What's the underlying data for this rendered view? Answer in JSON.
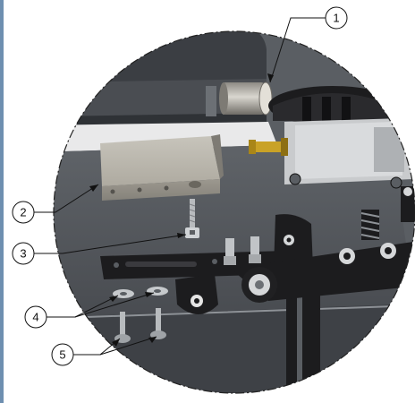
{
  "callouts": [
    {
      "number": "1",
      "part": "sensor-plunger"
    },
    {
      "number": "2",
      "part": "mounting-block"
    },
    {
      "number": "3",
      "part": "cap-screw"
    },
    {
      "number": "4",
      "part": "washers"
    },
    {
      "number": "5",
      "part": "bolts"
    }
  ],
  "colors": {
    "background": "#ffffff",
    "detail_circle_border": "#222222",
    "left_edge_strip": "#6e8fb0",
    "plate": "#54585d",
    "block": "#a7a49b",
    "brass_fitting": "#c9a227",
    "black_parts": "#1c1c1e"
  }
}
